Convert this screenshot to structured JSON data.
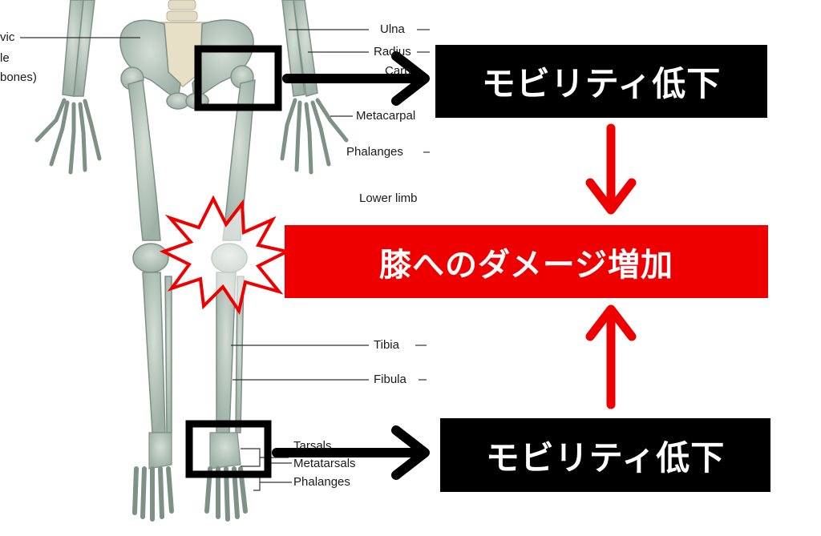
{
  "labels": {
    "clavicle_partial": "vic",
    "clavicle_partial2": "le",
    "pelvic_bones_partial": "bones)",
    "ulna": "Ulna",
    "radius": "Radius",
    "carpals_partial": "Carp",
    "metacarpals": "Metacarpal",
    "phalanges_upper": "Phalanges",
    "lower_limb": "Lower limb",
    "tibia": "Tibia",
    "fibula": "Fibula",
    "tarsals": "Tarsals",
    "metatarsals": "Metatarsals",
    "phalanges_lower": "Phalanges"
  },
  "callouts": {
    "hip_mobility": "モビリティ低下",
    "knee_damage": "膝へのダメージ増加",
    "ankle_mobility": "モビリティ低下"
  },
  "colors": {
    "black_box": "#000000",
    "red_box": "#ee0000",
    "red_arrow": "#ee0000",
    "bone": "#b9c6be"
  }
}
